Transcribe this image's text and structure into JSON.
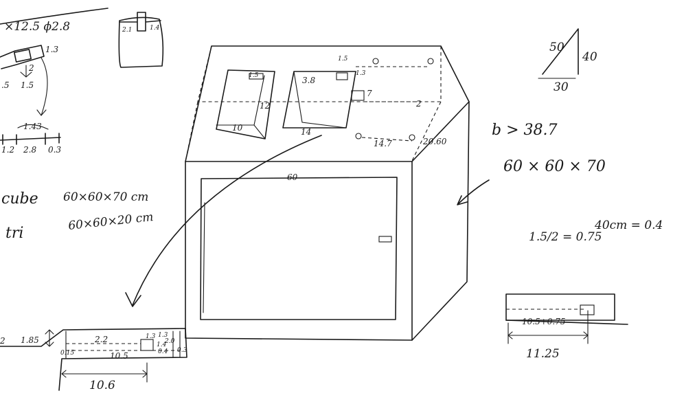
{
  "notes": {
    "top_left_formula": "×12.5 ϕ2.8",
    "sq_1_3": "1.3",
    "sq_2": "2",
    "sq_5": ".5",
    "sq_1_5": "1.5",
    "sq_1_43": "1.43",
    "ruler_1_2": "1.2",
    "ruler_2_8": "2.8",
    "ruler_0_3": "0.3",
    "cup_2_1": "2.1",
    "cup_1_4": "1.4",
    "cube_label": "cube",
    "cube_dims": "60×60×70 cm",
    "tri_label": "tri",
    "tri_dims": "60×60×20 cm"
  },
  "roof": {
    "left_1_5": "1.5",
    "left_12": "12",
    "left_10": "10",
    "right_1_5": "1.5",
    "right_1_3": "1.3",
    "right_3_8": "3.8",
    "right_7": "7",
    "right_14": "14",
    "mid_2": "2",
    "mid_14_7": "14.7",
    "edge_20_60": "20.60"
  },
  "cube": {
    "top_60": "60"
  },
  "right": {
    "triangle_hyp": "50",
    "triangle_vert": "40",
    "triangle_base": "30",
    "b_formula": "b > 38.7",
    "dims": "60 × 60 × 70",
    "calc_left": "1.5/2 = 0.75",
    "calc_right": "40cm = 0.4",
    "box_inner": "10.5+0.75",
    "box_total": "11.25"
  },
  "bottom_left": {
    "c2": "2",
    "c1_85": "1.85",
    "c2_2": "2.2",
    "c1_3a": "1.3",
    "c1_3b": "1.3",
    "c2_0": "2.0",
    "c10_5": "10.5",
    "c0_4": "0.4",
    "c1_4": "1.4",
    "c0_3": "0.3",
    "c0_15": "0.15",
    "c10_6": "10.6"
  }
}
